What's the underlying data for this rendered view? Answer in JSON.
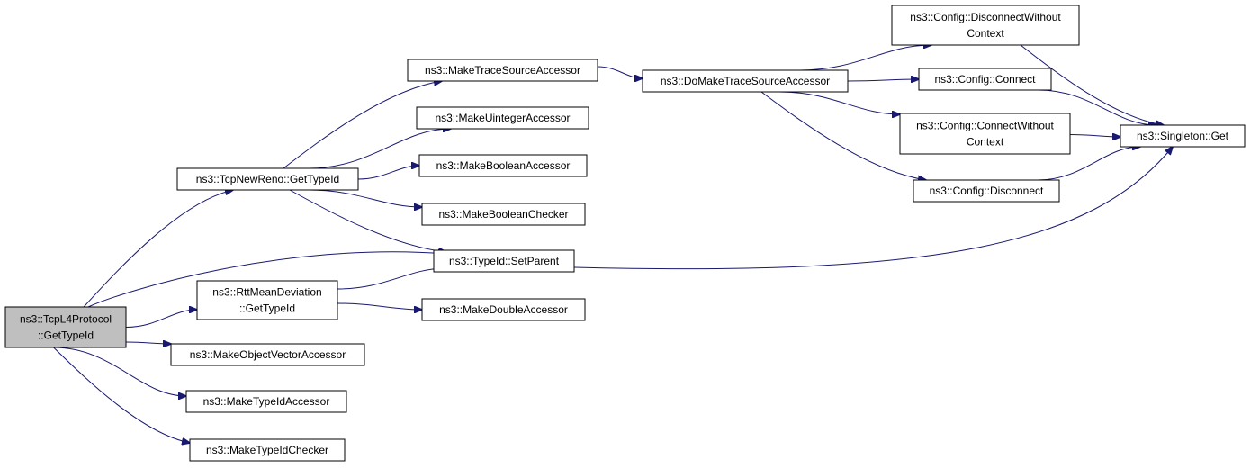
{
  "graph": {
    "edge_color": "#191970",
    "root_fill": "#bfbfbf",
    "nodes": [
      {
        "id": "tcpl4",
        "lines": [
          "ns3::TcpL4Protocol",
          "::GetTypeId"
        ],
        "root": true
      },
      {
        "id": "newreno",
        "lines": [
          "ns3::TcpNewReno::GetTypeId"
        ]
      },
      {
        "id": "rttmean",
        "lines": [
          "ns3::RttMeanDeviation",
          "::GetTypeId"
        ]
      },
      {
        "id": "mkobjvec",
        "lines": [
          "ns3::MakeObjectVectorAccessor"
        ]
      },
      {
        "id": "mktypeidacc",
        "lines": [
          "ns3::MakeTypeIdAccessor"
        ]
      },
      {
        "id": "mktypeidchk",
        "lines": [
          "ns3::MakeTypeIdChecker"
        ]
      },
      {
        "id": "mktrace",
        "lines": [
          "ns3::MakeTraceSourceAccessor"
        ]
      },
      {
        "id": "mkuint",
        "lines": [
          "ns3::MakeUintegerAccessor"
        ]
      },
      {
        "id": "mkboolacc",
        "lines": [
          "ns3::MakeBooleanAccessor"
        ]
      },
      {
        "id": "mkboolchk",
        "lines": [
          "ns3::MakeBooleanChecker"
        ]
      },
      {
        "id": "setparent",
        "lines": [
          "ns3::TypeId::SetParent"
        ]
      },
      {
        "id": "mkdouble",
        "lines": [
          "ns3::MakeDoubleAccessor"
        ]
      },
      {
        "id": "domktrace",
        "lines": [
          "ns3::DoMakeTraceSourceAccessor"
        ]
      },
      {
        "id": "discwo",
        "lines": [
          "ns3::Config::DisconnectWithout",
          "Context"
        ]
      },
      {
        "id": "connect",
        "lines": [
          "ns3::Config::Connect"
        ]
      },
      {
        "id": "connwo",
        "lines": [
          "ns3::Config::ConnectWithout",
          "Context"
        ]
      },
      {
        "id": "disconnect",
        "lines": [
          "ns3::Config::Disconnect"
        ]
      },
      {
        "id": "singleton",
        "lines": [
          "ns3::Singleton::Get"
        ]
      }
    ],
    "edges": [
      [
        "tcpl4",
        "newreno"
      ],
      [
        "tcpl4",
        "setparent"
      ],
      [
        "tcpl4",
        "rttmean"
      ],
      [
        "tcpl4",
        "mkobjvec"
      ],
      [
        "tcpl4",
        "mktypeidacc"
      ],
      [
        "tcpl4",
        "mktypeidchk"
      ],
      [
        "newreno",
        "mktrace"
      ],
      [
        "newreno",
        "mkuint"
      ],
      [
        "newreno",
        "mkboolacc"
      ],
      [
        "newreno",
        "mkboolchk"
      ],
      [
        "newreno",
        "setparent"
      ],
      [
        "rttmean",
        "setparent"
      ],
      [
        "rttmean",
        "mkdouble"
      ],
      [
        "mktrace",
        "domktrace"
      ],
      [
        "domktrace",
        "discwo"
      ],
      [
        "domktrace",
        "connect"
      ],
      [
        "domktrace",
        "connwo"
      ],
      [
        "domktrace",
        "disconnect"
      ],
      [
        "discwo",
        "singleton"
      ],
      [
        "connect",
        "singleton"
      ],
      [
        "connwo",
        "singleton"
      ],
      [
        "disconnect",
        "singleton"
      ],
      [
        "setparent",
        "singleton"
      ]
    ]
  }
}
